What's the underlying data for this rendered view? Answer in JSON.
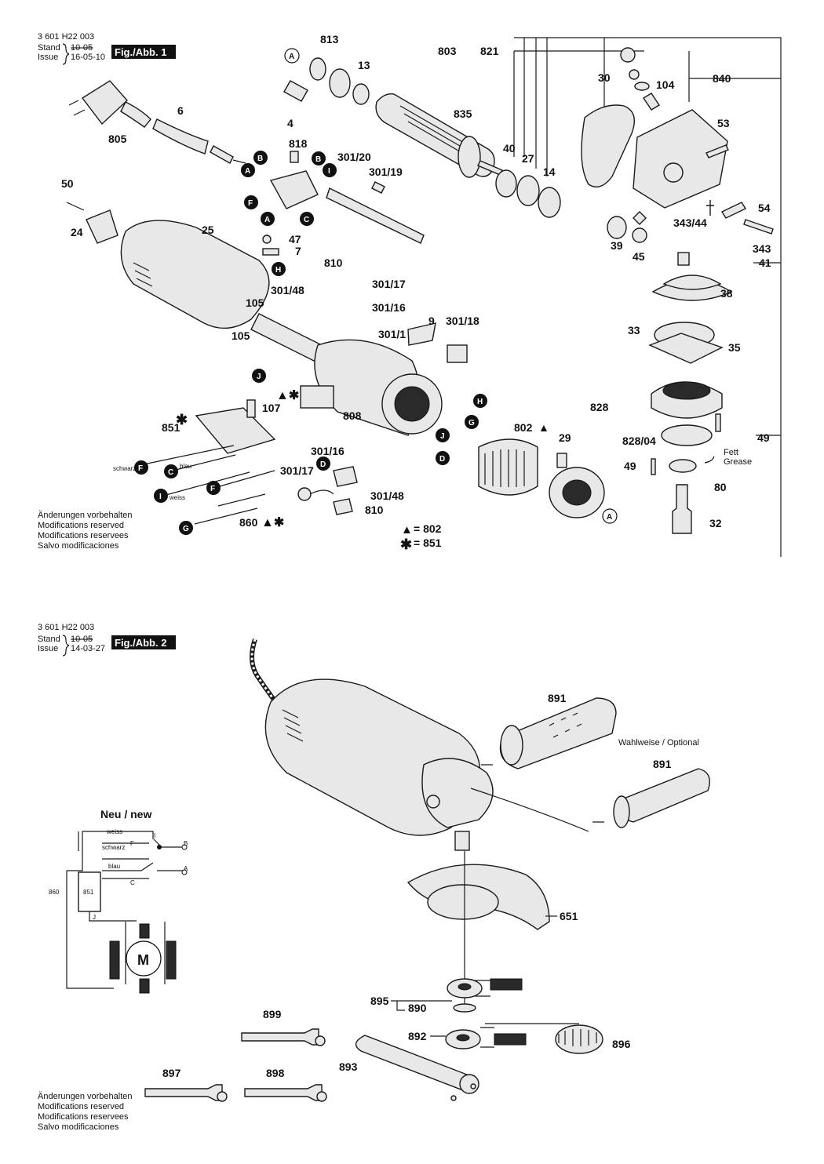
{
  "fig1": {
    "doc_number": "3 601 H22 003",
    "stand_label": "Stand",
    "issue_label": "Issue",
    "old_date": "10-05",
    "new_date": "16-05-10",
    "title": "Fig./Abb. 1"
  },
  "fig2": {
    "doc_number": "3 601 H22 003",
    "stand_label": "Stand",
    "issue_label": "Issue",
    "old_date": "10-05",
    "new_date": "14-03-27",
    "title": "Fig./Abb. 2",
    "optional_note": "Wahlweise / Optional",
    "schematic_title": "Neu / new"
  },
  "wire_colors": {
    "schwarz": "schwarz",
    "blau": "blau",
    "weiss": "weiss"
  },
  "grease_label": {
    "de": "Fett",
    "en": "Grease"
  },
  "legend": {
    "triangle": "= 802",
    "star": "= 851"
  },
  "disclaimer": [
    "Änderungen vorbehalten",
    "Modifications reserved",
    "Modifications reservees",
    "Salvo modificaciones"
  ],
  "fig1_parts": {
    "p813": "813",
    "p13": "13",
    "p803": "803",
    "p821": "821",
    "p30": "30",
    "p104": "104",
    "p840": "840",
    "p835": "835",
    "p53": "53",
    "p6": "6",
    "p805": "805",
    "p4": "4",
    "p818": "818",
    "p301_20": "301/20",
    "p301_19": "301/19",
    "p40": "40",
    "p27": "27",
    "p14": "14",
    "p50": "50",
    "p24": "24",
    "p25": "25",
    "p47": "47",
    "p7": "7",
    "p343_44": "343/44",
    "p54": "54",
    "p39": "39",
    "p45": "45",
    "p343": "343",
    "p41": "41",
    "p810a": "810",
    "p301_17a": "301/17",
    "p301_48a": "301/48",
    "p301_16a": "301/16",
    "p105a": "105",
    "p105b": "105",
    "p38": "38",
    "p9": "9",
    "p301_18": "301/18",
    "p301_1": "301/1",
    "p33": "33",
    "p35": "35",
    "p107": "107",
    "p851": "851",
    "p808": "808",
    "p828": "828",
    "p802": "802",
    "p29": "29",
    "p828_04": "828/04",
    "p49a": "49",
    "p49b": "49",
    "p301_16b": "301/16",
    "p301_17b": "301/17",
    "p301_48b": "301/48",
    "p810b": "810",
    "p80": "80",
    "p860": "860",
    "p32": "32"
  },
  "fig2_parts": {
    "p891a": "891",
    "p891b": "891",
    "p651": "651",
    "p895": "895",
    "p890": "890",
    "p899": "899",
    "p892": "892",
    "p896": "896",
    "p893": "893",
    "p897": "897",
    "p898": "898"
  },
  "schematic": {
    "wire_weiss": "weiss",
    "wire_schwarz": "schwarz",
    "wire_blau": "blau",
    "term_I": "I",
    "term_F": "F",
    "term_B": "B",
    "term_A": "A",
    "term_C": "C",
    "term_J": "J",
    "module": "851",
    "wire_ref": "860",
    "motor": "M"
  },
  "callout_letters": {
    "A": "A",
    "B": "B",
    "C": "C",
    "D": "D",
    "F": "F",
    "G": "G",
    "H": "H",
    "I": "I",
    "J": "J"
  }
}
